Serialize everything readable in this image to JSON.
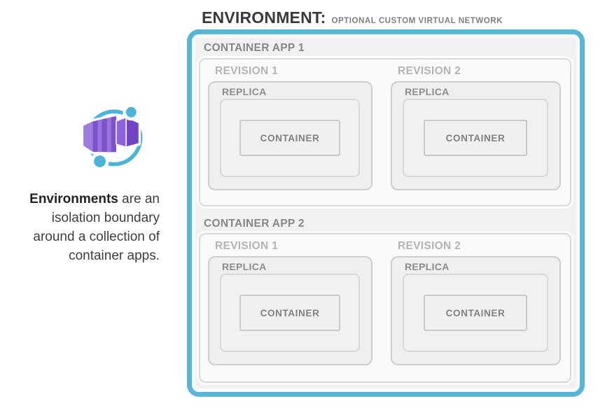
{
  "header": {
    "title": "ENVIRONMENT:",
    "subtitle": "OPTIONAL CUSTOM VIRTUAL NETWORK"
  },
  "sidebar": {
    "icon": "azure-container-apps-icon",
    "lines": [
      {
        "bold": "Environments",
        "text": " are an"
      },
      {
        "text": "isolation boundary"
      },
      {
        "text": "around a collection of"
      },
      {
        "text": "container apps."
      }
    ]
  },
  "environment": {
    "apps": [
      {
        "label": "CONTAINER APP 1",
        "revisions": [
          {
            "label": "REVISION 1",
            "replica": {
              "label": "REPLICA",
              "container": {
                "label": "CONTAINER"
              }
            }
          },
          {
            "label": "REVISION 2",
            "replica": {
              "label": "REPLICA",
              "container": {
                "label": "CONTAINER"
              }
            }
          }
        ]
      },
      {
        "label": "CONTAINER APP 2",
        "revisions": [
          {
            "label": "REVISION 1",
            "replica": {
              "label": "REPLICA",
              "container": {
                "label": "CONTAINER"
              }
            }
          },
          {
            "label": "REVISION 2",
            "replica": {
              "label": "REPLICA",
              "container": {
                "label": "CONTAINER"
              }
            }
          }
        ]
      }
    ]
  },
  "colors": {
    "environment_border_blue": "#57b6d5",
    "environment_fill": "#f1f1f1",
    "app_box_fill": "#fafafa",
    "box_border_gray": "#cecece",
    "label_gray": "#878787",
    "revision_label_gray": "#b4b4b4",
    "icon_purple_main": "#7e52cc",
    "icon_purple_light": "#9d7ce0",
    "icon_purple_dark": "#7243c6",
    "icon_cyan": "#4cb4d8"
  }
}
